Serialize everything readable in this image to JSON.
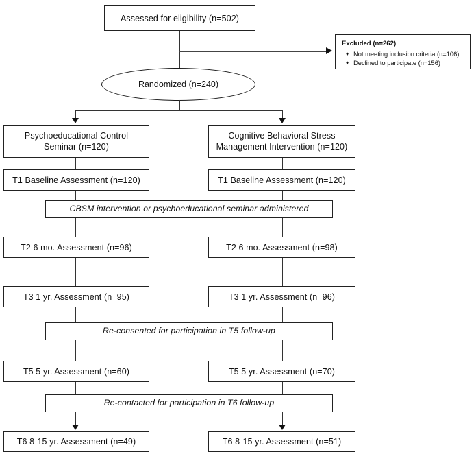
{
  "diagram": {
    "title": "CONSORT participant flow diagram",
    "line_color": "#333333",
    "box_border_color": "#222222",
    "background": "#ffffff"
  },
  "nodes": {
    "assessed": "Assessed for eligibility (n=502)",
    "randomized": "Randomized (n=240)",
    "excluded": {
      "header": "Excluded  (n=262)",
      "bullet_glyph": "♦",
      "items": [
        "Not meeting inclusion criteria (n=106)",
        "Declined to participate (n=156)"
      ]
    },
    "arm_left": {
      "title": "Psychoeducational Control\nSeminar (n=120)",
      "t1": "T1 Baseline Assessment (n=120)",
      "t2": "T2 6 mo. Assessment (n=96)",
      "t3": "T3 1 yr. Assessment (n=95)",
      "t5": "T5 5 yr. Assessment (n=60)",
      "t6": "T6 8-15 yr. Assessment (n=49)"
    },
    "arm_right": {
      "title": "Cognitive Behavioral Stress\nManagement Intervention (n=120)",
      "t1": "T1 Baseline Assessment (n=120)",
      "t2": "T2 6 mo. Assessment (n=98)",
      "t3": "T3 1 yr. Assessment (n=96)",
      "t5": "T5 5 yr. Assessment (n=70)",
      "t6": "T6 8-15 yr. Assessment (n=51)"
    },
    "span_intervention": "CBSM intervention or psychoeducational seminar administered",
    "span_reconsented": "Re-consented for participation in T5 follow-up",
    "span_recontacted": "Re-contacted for participation in T6 follow-up"
  }
}
